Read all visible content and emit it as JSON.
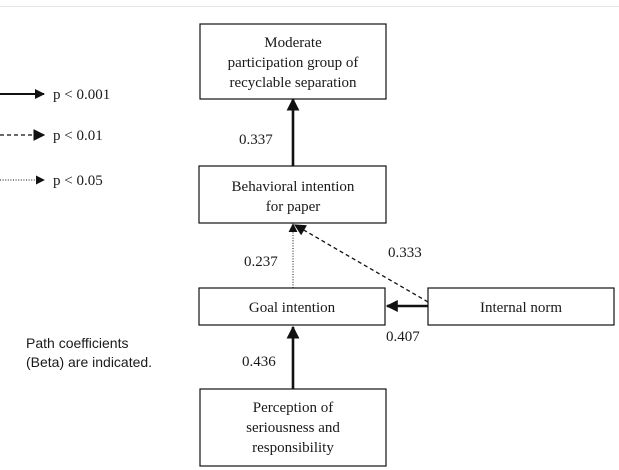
{
  "legend": {
    "items": [
      {
        "style": "solid",
        "label": "p < 0.001"
      },
      {
        "style": "dashed",
        "label": "p < 0.01"
      },
      {
        "style": "dotted",
        "label": "p < 0.05"
      }
    ]
  },
  "note": {
    "line1": "Path coefficients",
    "line2": "(Beta) are indicated."
  },
  "nodes": {
    "participation": {
      "lines": [
        "Moderate",
        "participation group of",
        "recyclable separation"
      ]
    },
    "intention": {
      "lines": [
        "Behavioral intention",
        "for paper"
      ]
    },
    "goal": {
      "lines": [
        "Goal intention"
      ]
    },
    "norm": {
      "lines": [
        "Internal norm"
      ]
    },
    "perception": {
      "lines": [
        "Perception of",
        "seriousness and",
        "responsibility"
      ]
    }
  },
  "paths": [
    {
      "from": "intention",
      "to": "participation",
      "beta": "0.337",
      "significance": "p < 0.001"
    },
    {
      "from": "goal",
      "to": "intention",
      "beta": "0.237",
      "significance": "p < 0.05"
    },
    {
      "from": "norm",
      "to": "intention",
      "beta": "0.333",
      "significance": "p < 0.01"
    },
    {
      "from": "norm",
      "to": "goal",
      "beta": "0.407",
      "significance": "p < 0.001"
    },
    {
      "from": "perception",
      "to": "goal",
      "beta": "0.436",
      "significance": "p < 0.001"
    }
  ],
  "colors": {
    "ink": "#111111",
    "text": "#1a1a1a",
    "background": "#ffffff"
  }
}
